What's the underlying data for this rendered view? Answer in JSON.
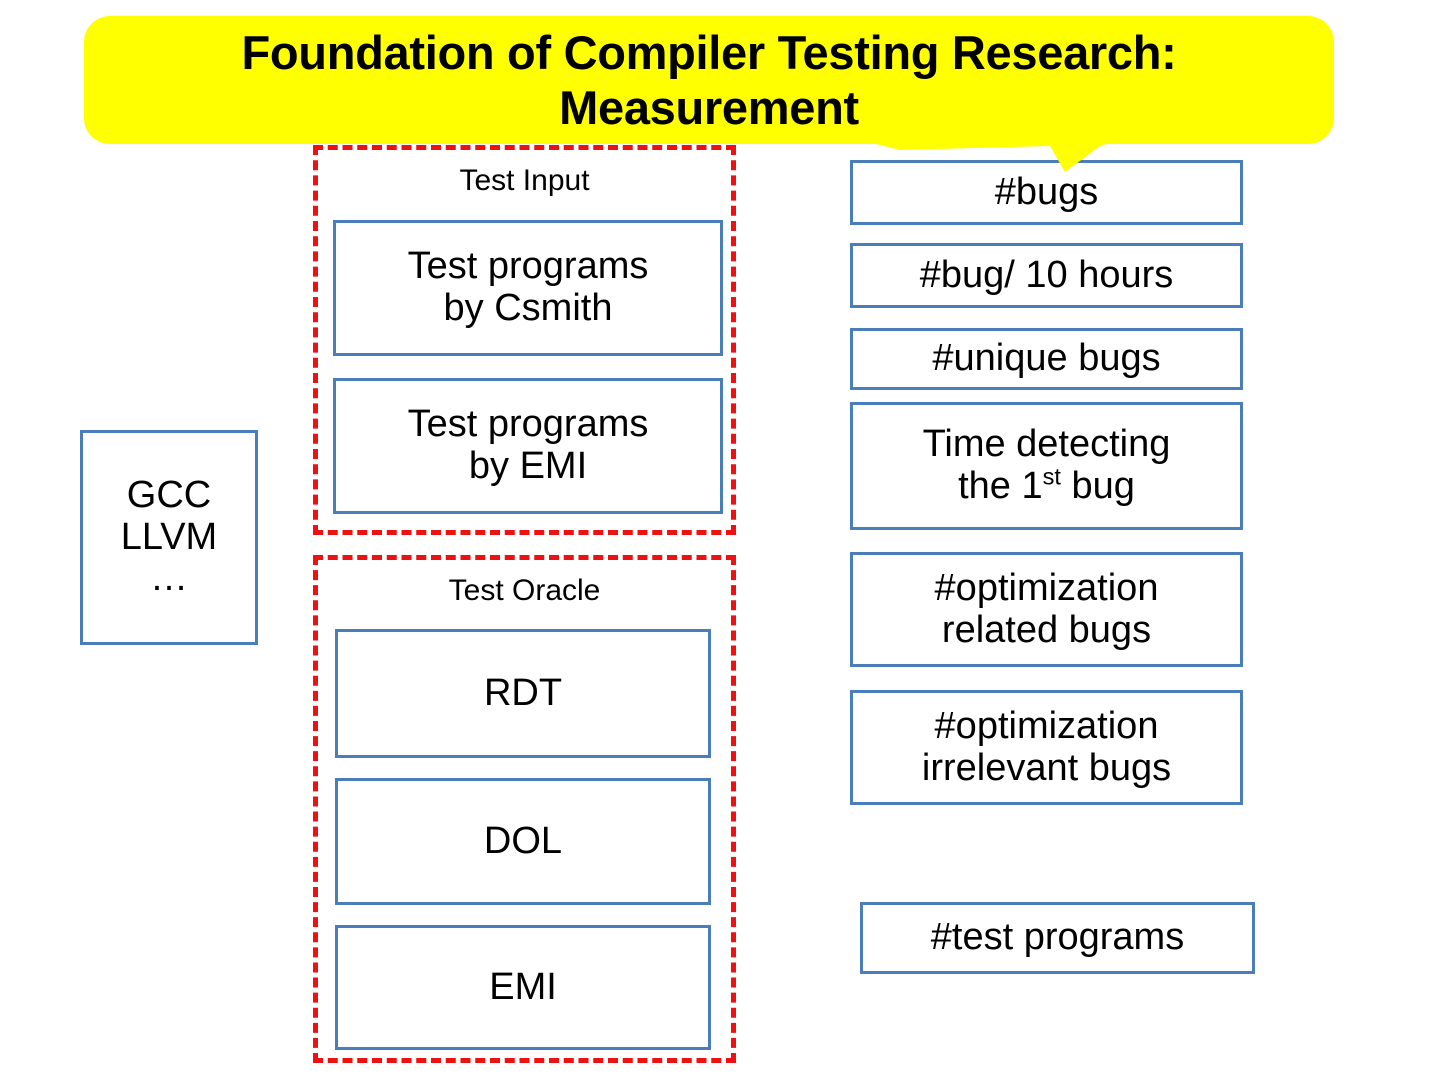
{
  "title": {
    "text": "Foundation of Compiler Testing Research:\nMeasurement",
    "background_color": "#ffff00",
    "text_color": "#000000"
  },
  "colors": {
    "box_border": "#4a7ebb",
    "group_border": "#ee1111",
    "page_background": "#ffffff",
    "callout_background": "#ffff00"
  },
  "compiler": {
    "label": "GCC\nLLVM\n…"
  },
  "groups": [
    {
      "id": "test-input",
      "title": "Test Input",
      "items": [
        {
          "id": "csmith",
          "label": "Test programs\nby Csmith"
        },
        {
          "id": "emi-in",
          "label": "Test programs\nby EMI"
        }
      ]
    },
    {
      "id": "test-oracle",
      "title": "Test Oracle",
      "items": [
        {
          "id": "rdt",
          "label": "RDT"
        },
        {
          "id": "dol",
          "label": "DOL"
        },
        {
          "id": "emi",
          "label": "EMI"
        }
      ]
    }
  ],
  "metrics": {
    "items": [
      {
        "id": "bugs",
        "label": "#bugs"
      },
      {
        "id": "bug-10h",
        "label": "#bug/ 10 hours"
      },
      {
        "id": "unique-bugs",
        "label": "#unique bugs"
      },
      {
        "id": "time-first-bug",
        "label_part1": "Time detecting\nthe 1",
        "label_sup": "st",
        "label_part2": " bug"
      },
      {
        "id": "opt-related",
        "label": "#optimization\nrelated bugs"
      },
      {
        "id": "opt-irrelevant",
        "label": "#optimization\nirrelevant bugs"
      }
    ],
    "standalone": {
      "id": "test-programs",
      "label": "#test programs"
    }
  }
}
